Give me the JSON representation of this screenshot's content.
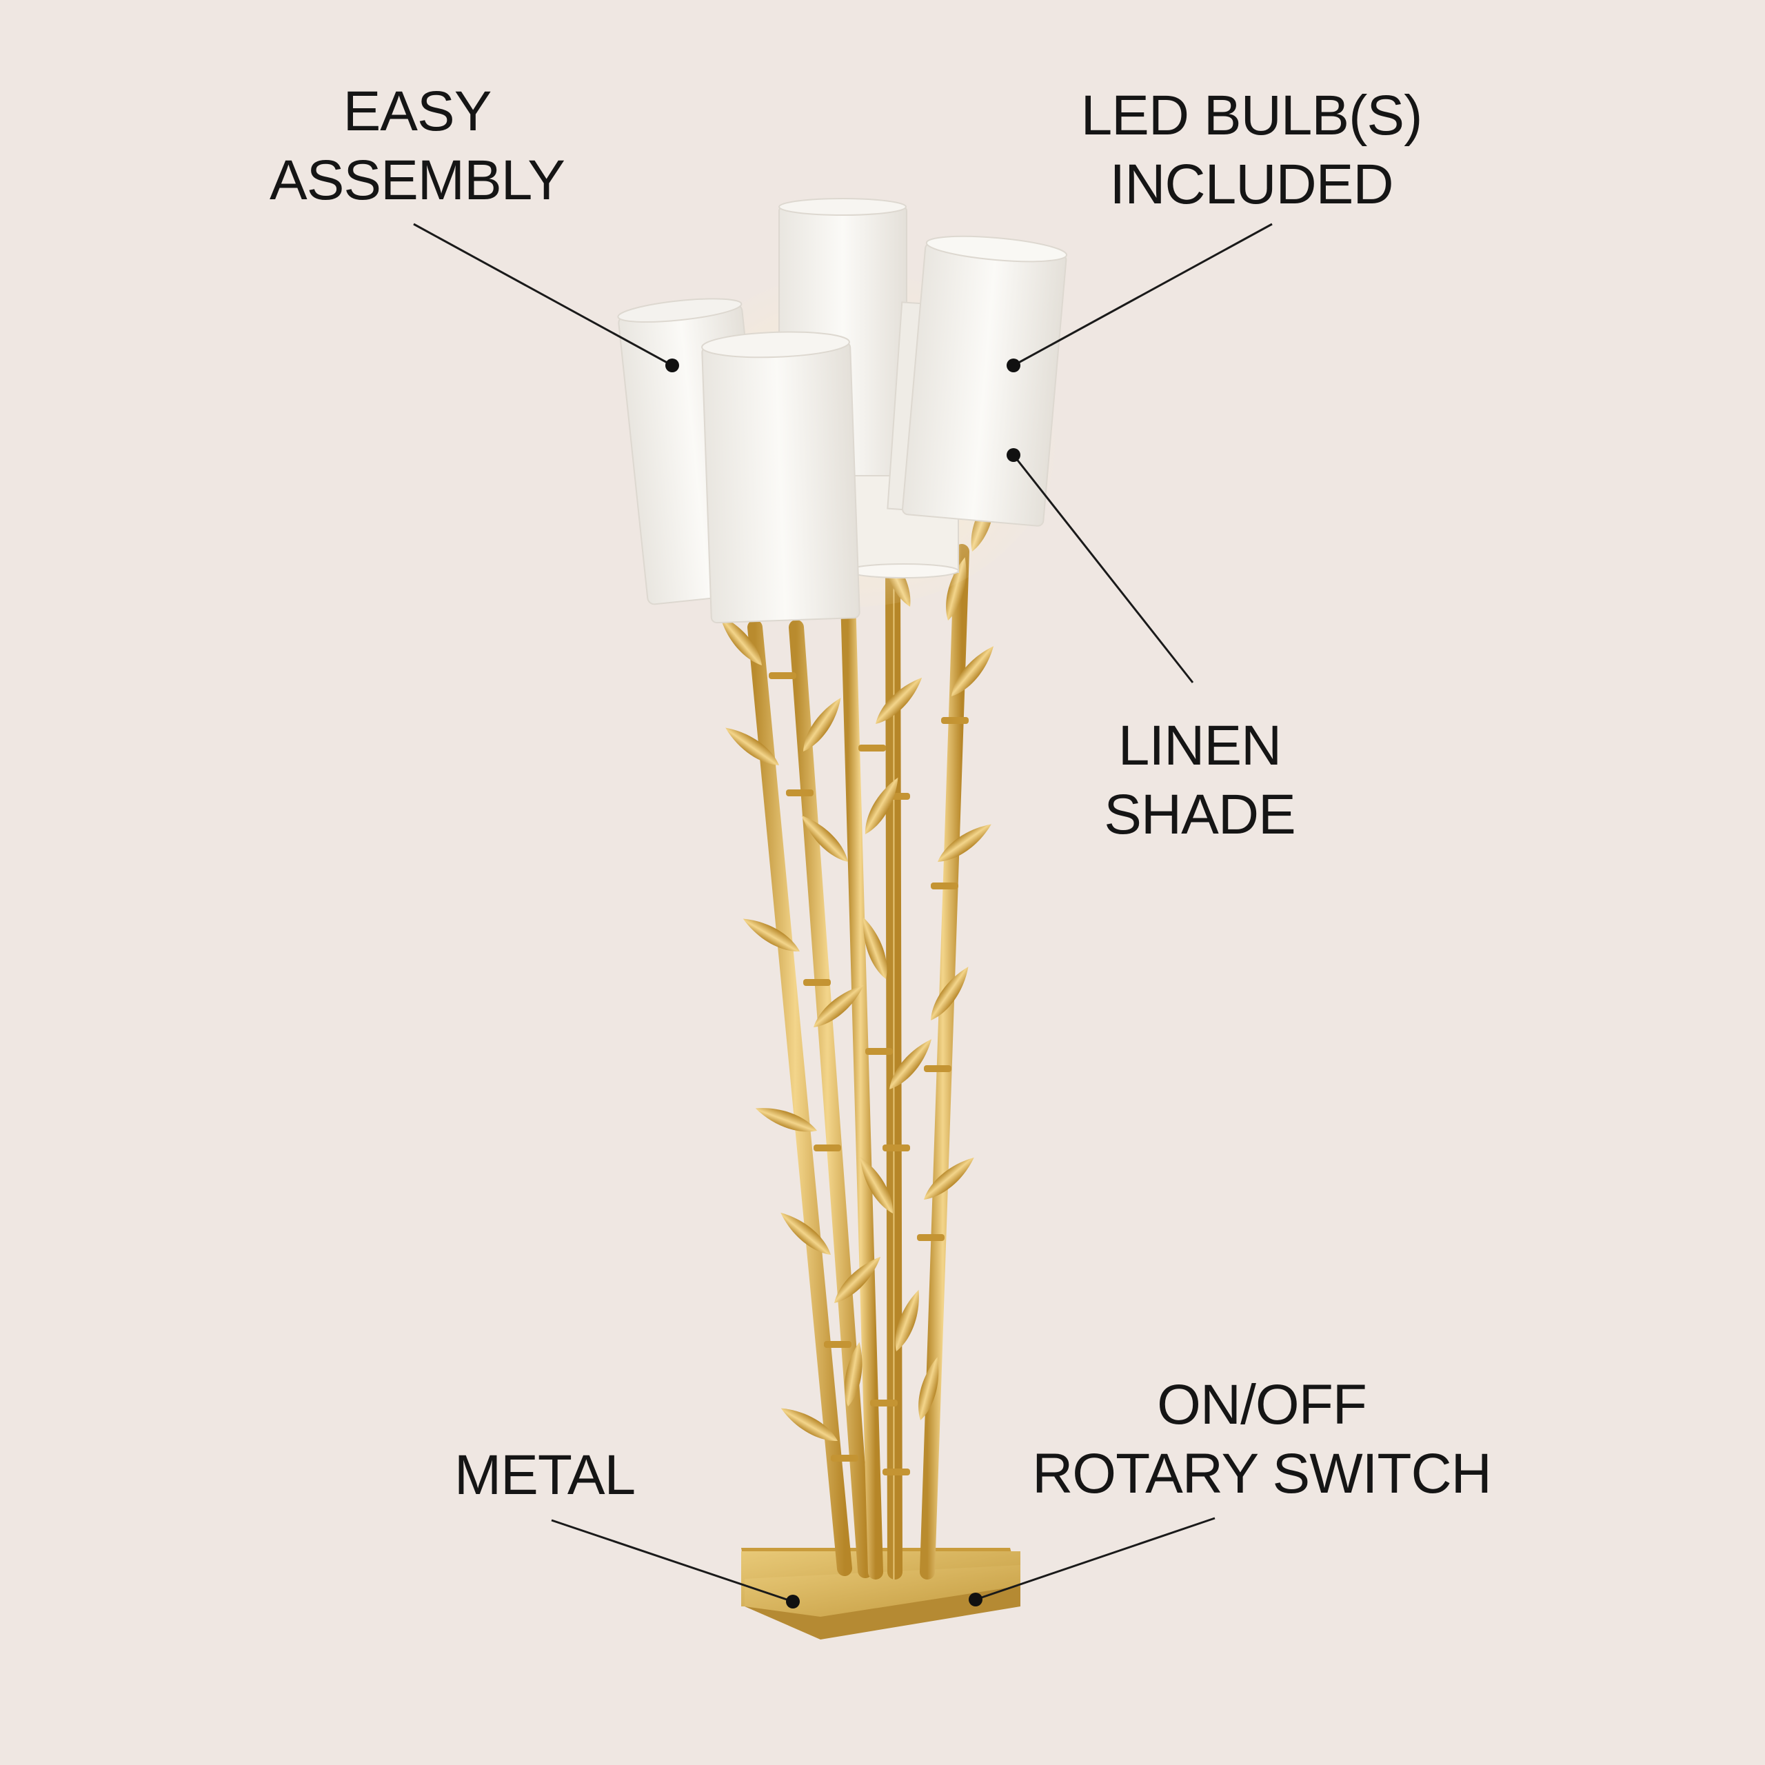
{
  "callouts": {
    "easy_assembly": {
      "lines": [
        "EASY",
        "ASSEMBLY"
      ]
    },
    "led_bulbs": {
      "lines": [
        "LED BULB(S)",
        "INCLUDED"
      ]
    },
    "linen_shade": {
      "lines": [
        "LINEN",
        "SHADE"
      ]
    },
    "metal": {
      "lines": [
        "METAL"
      ]
    },
    "rotary_switch": {
      "lines": [
        "ON/OFF",
        "ROTARY SWITCH"
      ]
    }
  },
  "colors": {
    "background": "#efe7e2",
    "text": "#151515",
    "gold": "#d9b25a",
    "shade": "#f7f5f0"
  }
}
